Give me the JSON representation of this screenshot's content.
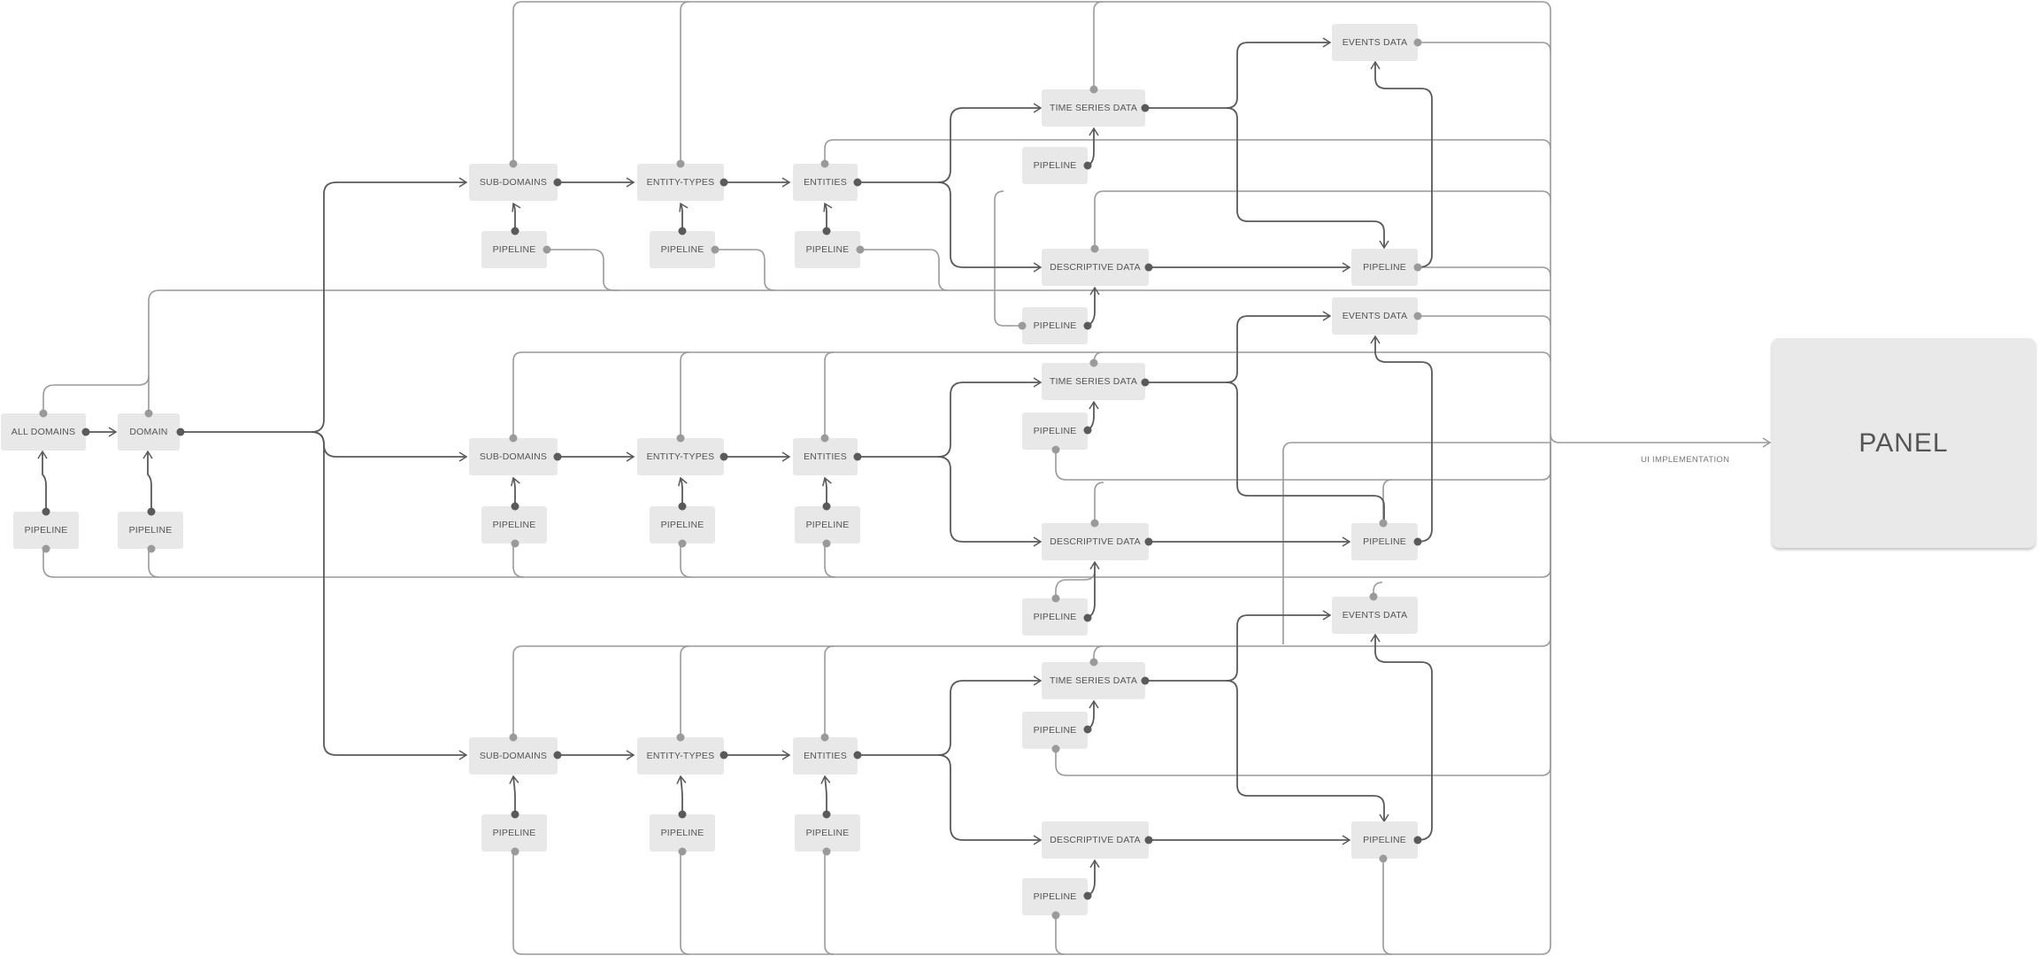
{
  "colors": {
    "node_bg": "#e8e8e8",
    "text": "#555555",
    "line_light": "#9a9a9a",
    "line_dark": "#5a5a5a"
  },
  "labels": {
    "all_domains": "ALL DOMAINS",
    "domain": "DOMAIN",
    "pipeline": "PIPELINE",
    "sub_domains": "SUB-DOMAINS",
    "entity_types": "ENTITY-TYPES",
    "entities": "ENTITIES",
    "time_series_data": "TIME SERIES DATA",
    "descriptive_data": "DESCRIPTIVE DATA",
    "events_data": "EVENTS DATA",
    "panel": "PANEL",
    "ui_implementation": "UI IMPLEMENTATION"
  }
}
